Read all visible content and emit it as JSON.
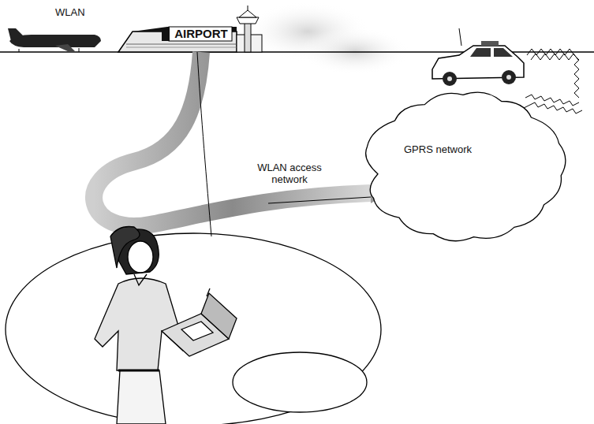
{
  "diagram": {
    "nodes": [
      {
        "text": [
          "GPRS network"
        ]
      }
    ],
    "labels": [
      "WLAN",
      "AIRPORT",
      "WLAN access network"
    ]
  }
}
